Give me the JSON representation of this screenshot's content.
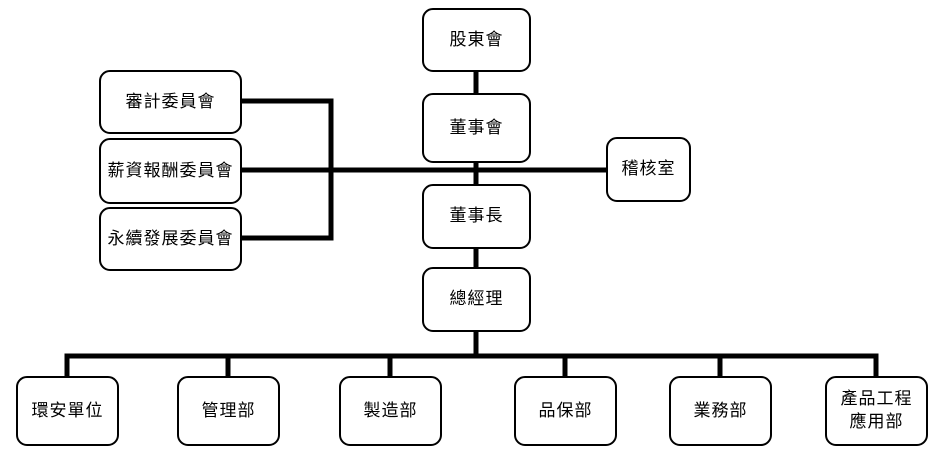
{
  "org_chart": {
    "shareholders": "股東會",
    "board": "董事會",
    "chairman": "董事長",
    "general_manager": "總經理",
    "audit_office": "稽核室",
    "committees": {
      "audit": "審計委員會",
      "compensation": "薪資報酬委員會",
      "sustainability": "永續發展委員會"
    },
    "departments": {
      "environmental_safety": "環安單位",
      "management": "管理部",
      "manufacturing": "製造部",
      "quality_assurance": "品保部",
      "sales": "業務部",
      "product_engineering_line1": "產品工程",
      "product_engineering_line2": "應用部"
    }
  },
  "colors": {
    "line": "#000000",
    "box_border": "#000000",
    "box_fill": "#ffffff"
  }
}
